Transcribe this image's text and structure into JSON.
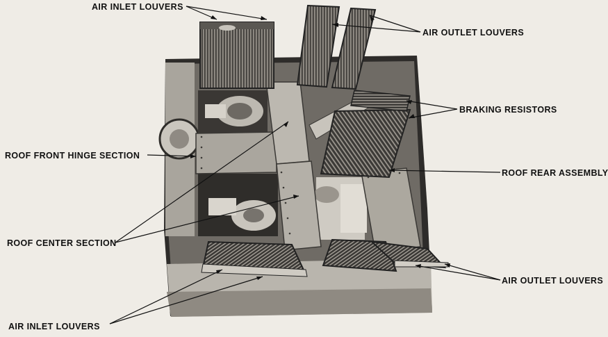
{
  "labels": {
    "air_inlet_louvers_top": "AIR INLET LOUVERS",
    "air_outlet_louvers_top": "AIR OUTLET LOUVERS",
    "braking_resistors": "BRAKING RESISTORS",
    "roof_front_hinge_section": "ROOF FRONT HINGE SECTION",
    "roof_rear_assembly": "ROOF REAR ASSEMBLY",
    "roof_center_section": "ROOF CENTER SECTION",
    "air_outlet_louvers_bottom": "AIR OUTLET LOUVERS",
    "air_inlet_louvers_bottom": "AIR INLET LOUVERS"
  },
  "colors": {
    "paper": "#efece6",
    "metal_light": "#b9b5ad",
    "metal_mid": "#8d8880",
    "metal_dark": "#2a2826",
    "ink": "#111111"
  }
}
